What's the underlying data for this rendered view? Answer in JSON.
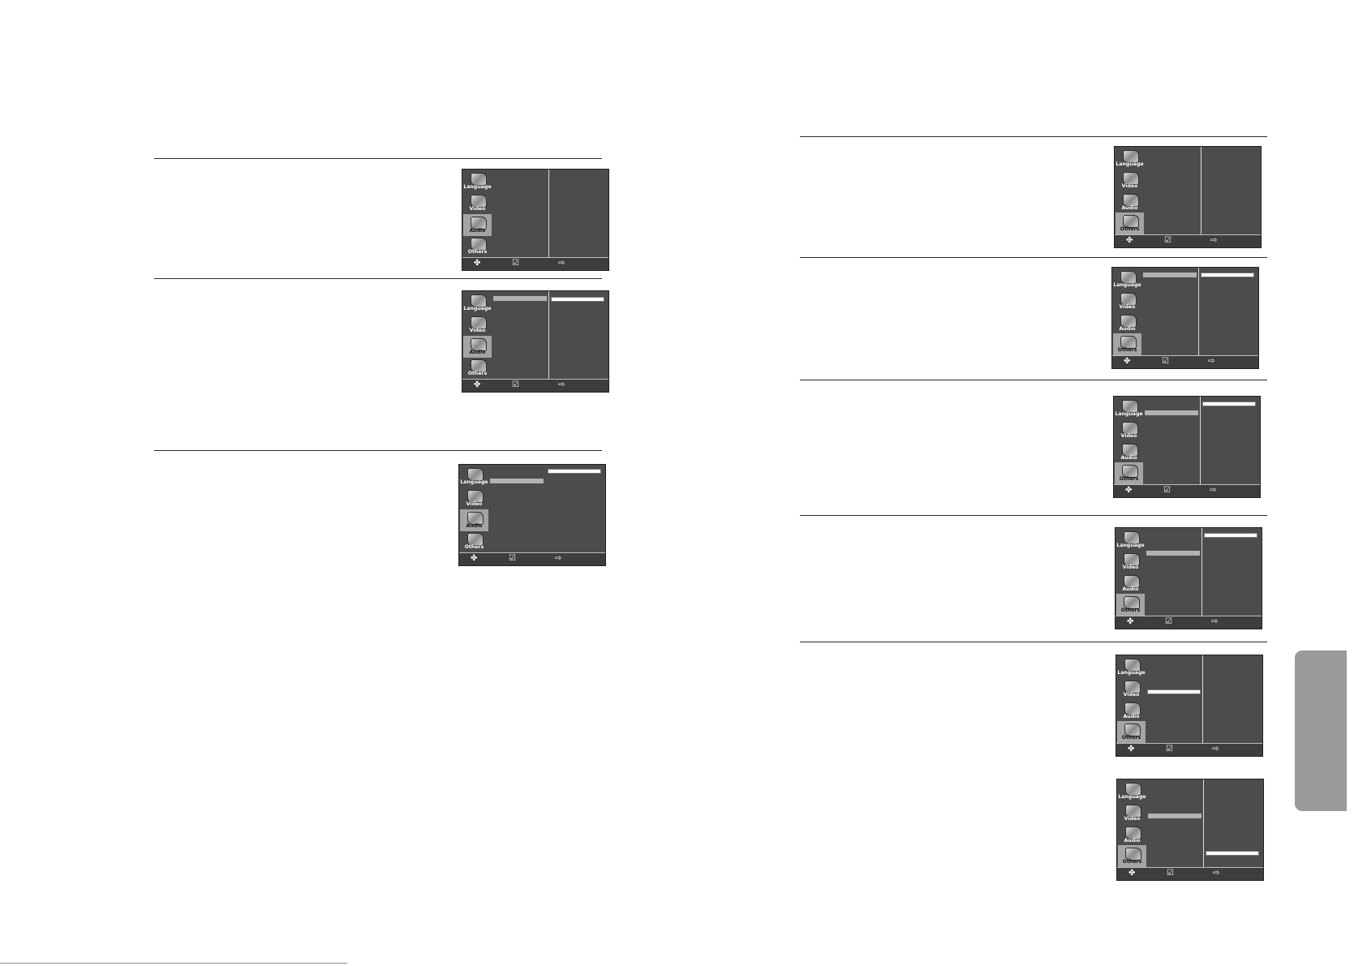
{
  "osd_labels": {
    "categories": [
      "Language",
      "Video",
      "Audio",
      "Others"
    ],
    "move_icon": "✤",
    "select_icon": "☑",
    "exit_icon": "⇨"
  },
  "screens": [
    {
      "selected_category": "Audio"
    },
    {
      "selected_category": "Audio"
    },
    {
      "selected_category": "Audio"
    },
    {
      "selected_category": "Others"
    },
    {
      "selected_category": "Others"
    },
    {
      "selected_category": "Others"
    },
    {
      "selected_category": "Others"
    },
    {
      "selected_category": "Others"
    },
    {
      "selected_category": "Others"
    }
  ],
  "side_tab": {
    "color": "#9a9a9a"
  },
  "colors": {
    "osd_bg": "#4c4c4c",
    "highlight": "#b2b2b2",
    "selected_value": "#ffffff"
  }
}
